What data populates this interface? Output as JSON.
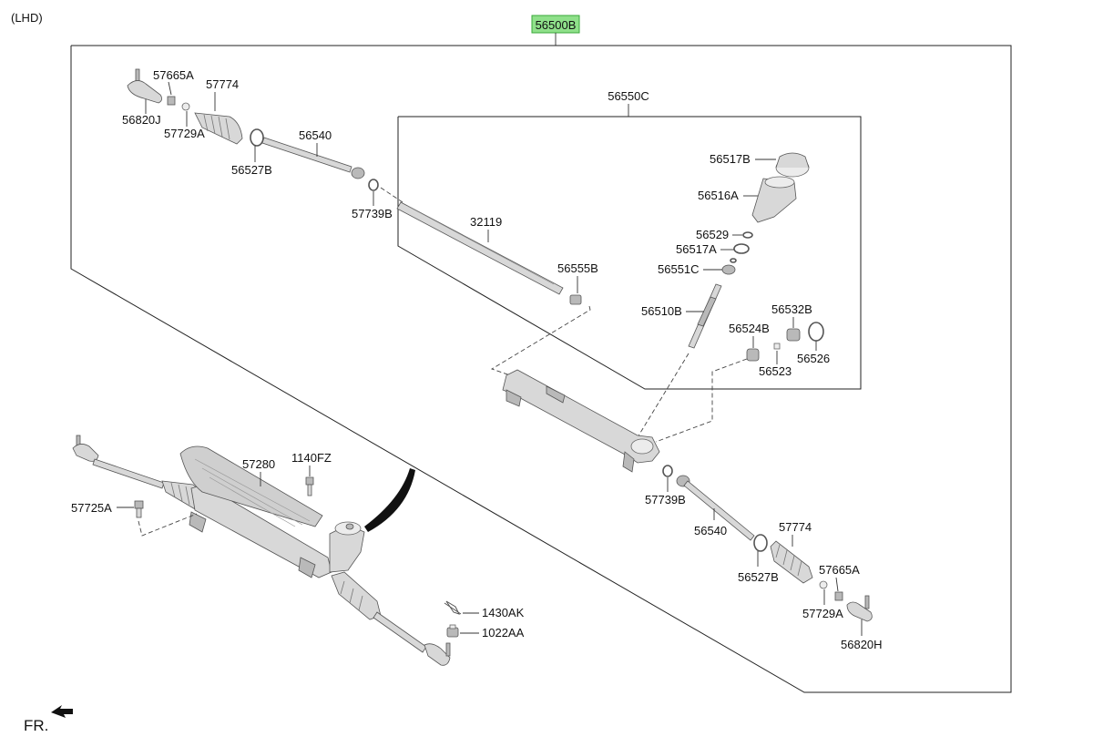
{
  "header": {
    "variant": "(LHD)",
    "direction": "FR."
  },
  "colors": {
    "highlight": "#8fe08a",
    "highlight_border": "#3aa83a",
    "line": "#222222",
    "part_fill": "#d8d8d8"
  },
  "parts": {
    "top_assembly": "56500B",
    "sub_assembly": "56550C",
    "p57665A_1": "57665A",
    "p56820J": "56820J",
    "p57774_1": "57774",
    "p57729A_1": "57729A",
    "p56540_1": "56540",
    "p56527B_1": "56527B",
    "p57739B_1": "57739B",
    "p32119": "32119",
    "p56555B": "56555B",
    "p56517B": "56517B",
    "p56516A": "56516A",
    "p56529": "56529",
    "p56517A": "56517A",
    "p56551C": "56551C",
    "p56510B": "56510B",
    "p56532B": "56532B",
    "p56524B": "56524B",
    "p56526": "56526",
    "p56523": "56523",
    "p57739B_2": "57739B",
    "p56540_2": "56540",
    "p57774_2": "57774",
    "p56527B_2": "56527B",
    "p57665A_2": "57665A",
    "p57729A_2": "57729A",
    "p56820H": "56820H",
    "p57280": "57280",
    "p1140FZ": "1140FZ",
    "p57725A": "57725A",
    "p1430AK": "1430AK",
    "p1022AA": "1022AA"
  }
}
